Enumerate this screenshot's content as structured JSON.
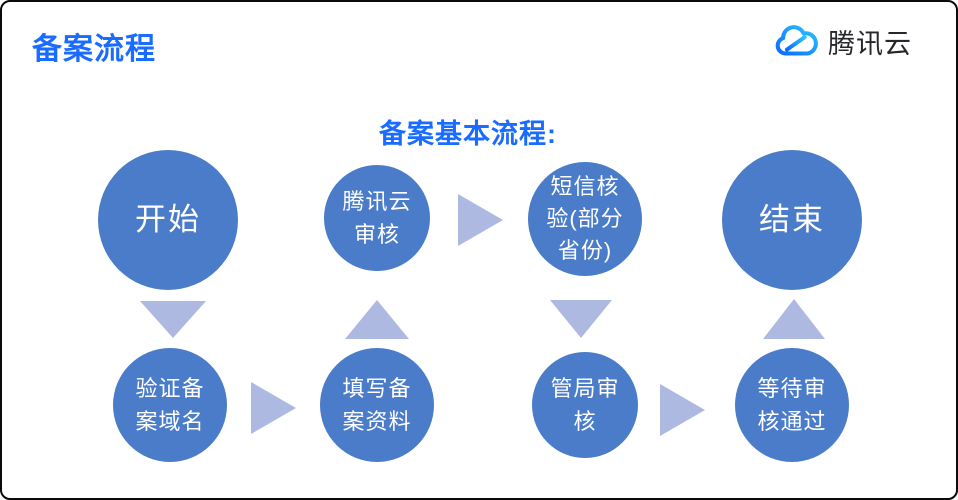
{
  "page": {
    "title": "备案流程",
    "subtitle": "备案基本流程:"
  },
  "brand": {
    "name": "腾讯云",
    "logo_icon": "tencent-cloud-logo"
  },
  "colors": {
    "title_blue": "#1a6bff",
    "node_fill": "#4a7cc9",
    "arrow_fill": "#aeb9e2",
    "node_text": "#ffffff",
    "brand_text": "#26272b",
    "logo_gradient_start": "#2bc5ff",
    "logo_gradient_end": "#0a6cff"
  },
  "flow": {
    "nodes": [
      {
        "id": "start",
        "label": "开始"
      },
      {
        "id": "tencent-cloud-review",
        "label": "腾讯云\n审核"
      },
      {
        "id": "sms-verification",
        "label": "短信核\n验(部分\n省份)"
      },
      {
        "id": "end",
        "label": "结束"
      },
      {
        "id": "verify-filing-domain",
        "label": "验证备\n案域名"
      },
      {
        "id": "fill-filing-info",
        "label": "填写备\n案资料"
      },
      {
        "id": "bureau-review",
        "label": "管局审\n核"
      },
      {
        "id": "wait-for-approval",
        "label": "等待审\n核通过"
      }
    ],
    "arrows": [
      {
        "from": "start",
        "to": "verify-filing-domain",
        "direction": "down"
      },
      {
        "from": "verify-filing-domain",
        "to": "fill-filing-info",
        "direction": "right"
      },
      {
        "from": "fill-filing-info",
        "to": "tencent-cloud-review",
        "direction": "up"
      },
      {
        "from": "tencent-cloud-review",
        "to": "sms-verification",
        "direction": "right"
      },
      {
        "from": "sms-verification",
        "to": "bureau-review",
        "direction": "down"
      },
      {
        "from": "bureau-review",
        "to": "wait-for-approval",
        "direction": "right"
      },
      {
        "from": "wait-for-approval",
        "to": "end",
        "direction": "up"
      }
    ]
  }
}
